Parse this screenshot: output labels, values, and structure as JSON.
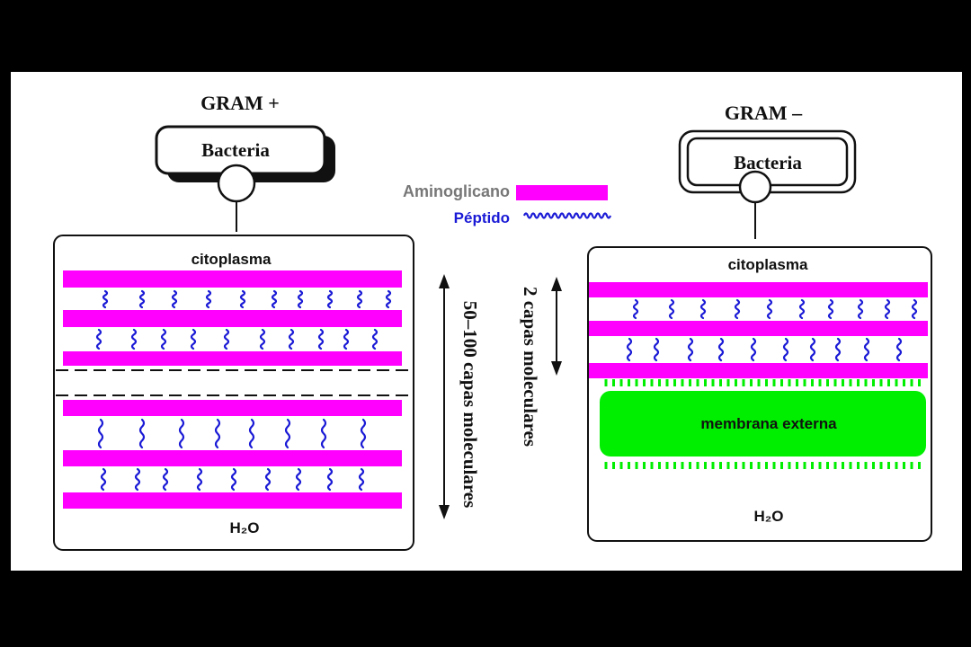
{
  "gram_positive": {
    "title": "GRAM +",
    "cell_label": "Bacteria",
    "box_top_label": "citoplasma",
    "box_bottom_label": "H₂O",
    "thickness_label": "50–100 capas moleculares"
  },
  "gram_negative": {
    "title": "GRAM –",
    "cell_label": "Bacteria",
    "box_top_label": "citoplasma",
    "box_bottom_label": "H₂O",
    "thickness_label": "2 capas moleculares",
    "outer_membrane_label": "membrana externa"
  },
  "legend": {
    "aminoglycan_label": "Aminoglicano",
    "peptide_label": "Péptido"
  },
  "colors": {
    "aminoglycan": "#ff00ff",
    "peptide": "#1a1ad6",
    "outer_membrane": "#00ee00",
    "outline": "#111111",
    "background": "#000000"
  }
}
